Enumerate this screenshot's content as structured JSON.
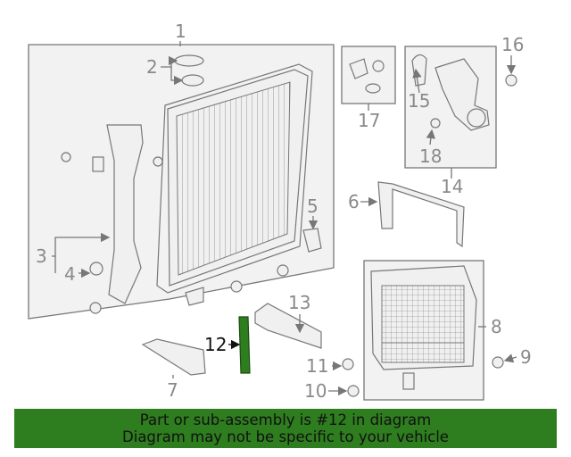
{
  "callouts": {
    "c1": "1",
    "c2": "2",
    "c3": "3",
    "c4": "4",
    "c5": "5",
    "c6": "6",
    "c7": "7",
    "c8": "8",
    "c9": "9",
    "c10": "10",
    "c11": "11",
    "c12": "12",
    "c13": "13",
    "c14": "14",
    "c15": "15",
    "c16": "16",
    "c17": "17",
    "c18": "18"
  },
  "highlighted_part": "12",
  "colors": {
    "banner": "#2e7d1f",
    "highlight_part": "#2e7d1f",
    "callout": "#8a8a8a",
    "callout_active": "#111111"
  },
  "banner": {
    "line1": "Part or sub-assembly is #12 in diagram",
    "line2": "Diagram may not be specific to your vehicle"
  }
}
